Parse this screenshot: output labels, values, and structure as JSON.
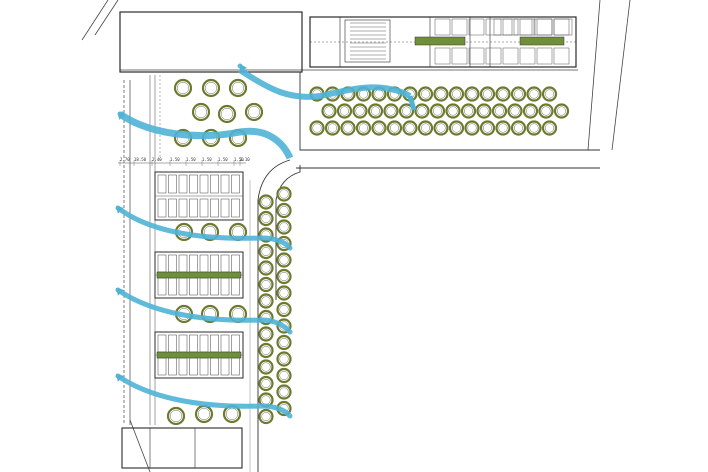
{
  "colors": {
    "paper": "#ffffff",
    "line": "#2b2b2b",
    "thin": "#7a7a7a",
    "tree_ring": "#6b7a2c",
    "tree_fill": "#ffffff",
    "wind": "#4fb3d6",
    "planter": "#6f8f3a"
  },
  "dimensions": {
    "labels": [
      "2.70",
      "18.50",
      "2.40",
      "1.50",
      "1.50",
      "1.50",
      "1.50",
      "1.50",
      "2.10"
    ]
  },
  "icons": {
    "wind_flow": "curved-arrow",
    "tree": "circle-canopy"
  }
}
